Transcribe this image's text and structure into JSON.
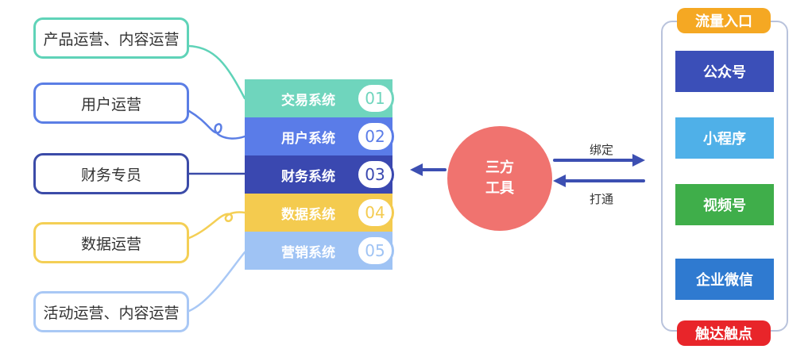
{
  "roles": [
    {
      "label": "产品运营、内容运营",
      "color": "#5fd3b8"
    },
    {
      "label": "用户运营",
      "color": "#5b7ee5"
    },
    {
      "label": "财务专员",
      "color": "#3b4ba8"
    },
    {
      "label": "数据运营",
      "color": "#f4cf55"
    },
    {
      "label": "活动运营、内容运营",
      "color": "#a9c8f5"
    }
  ],
  "systems": [
    {
      "label": "交易系统",
      "num": "01",
      "color": "#6fd5bd"
    },
    {
      "label": "用户系统",
      "num": "02",
      "color": "#5a7ce8"
    },
    {
      "label": "财务系统",
      "num": "03",
      "color": "#3a48b0"
    },
    {
      "label": "数据系统",
      "num": "04",
      "color": "#f4cb4f"
    },
    {
      "label": "营销系统",
      "num": "05",
      "color": "#9fc3f4"
    }
  ],
  "tool": {
    "line1": "三方",
    "line2": "工具"
  },
  "arrows": {
    "top_label": "绑定",
    "bottom_label": "打通",
    "color": "#3c4fb2"
  },
  "panel": {
    "top_pill": {
      "label": "流量入口",
      "color": "#f5a823"
    },
    "bottom_pill": {
      "label": "触达触点",
      "color": "#e8252a"
    },
    "channels": [
      {
        "label": "公众号",
        "color": "#3b4fb8"
      },
      {
        "label": "小程序",
        "color": "#4fb0e8"
      },
      {
        "label": "视频号",
        "color": "#3fae4a"
      },
      {
        "label": "企业微信",
        "color": "#2f7ad0"
      }
    ]
  }
}
